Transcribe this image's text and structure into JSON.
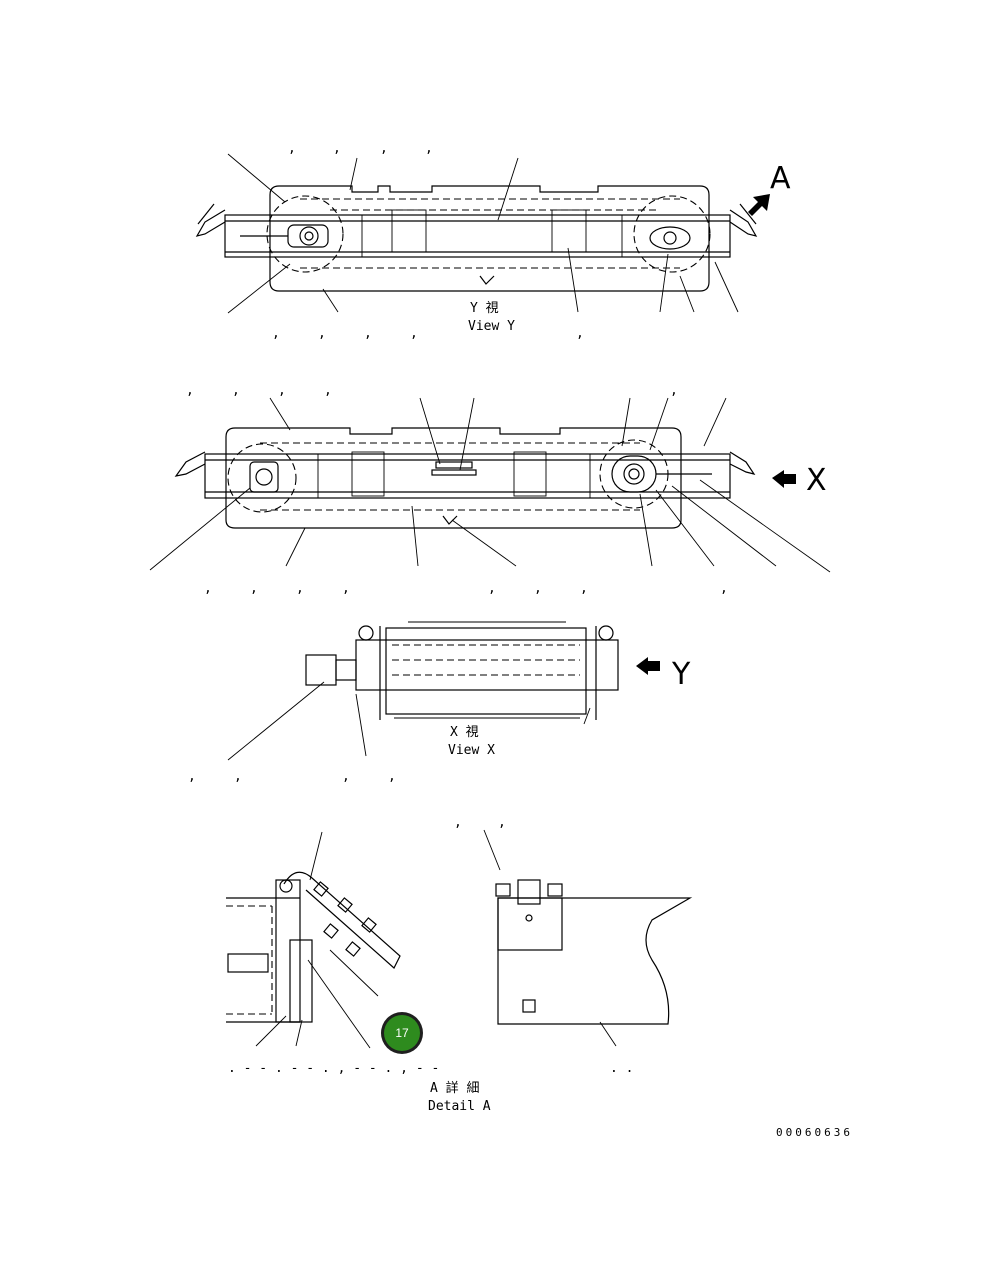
{
  "views": {
    "view_y": {
      "label_jp": "Y  視",
      "label_en": "View Y"
    },
    "view_x": {
      "label_jp": "X  視",
      "label_en": "View X"
    },
    "detail_a": {
      "label_jp": "A 詳 細",
      "label_en": "Detail A"
    }
  },
  "arrows": {
    "a": "A",
    "x": "X",
    "y": "Y"
  },
  "drawing_number": "00060636",
  "badge": {
    "value": "17",
    "color": "#2e8b1e"
  }
}
